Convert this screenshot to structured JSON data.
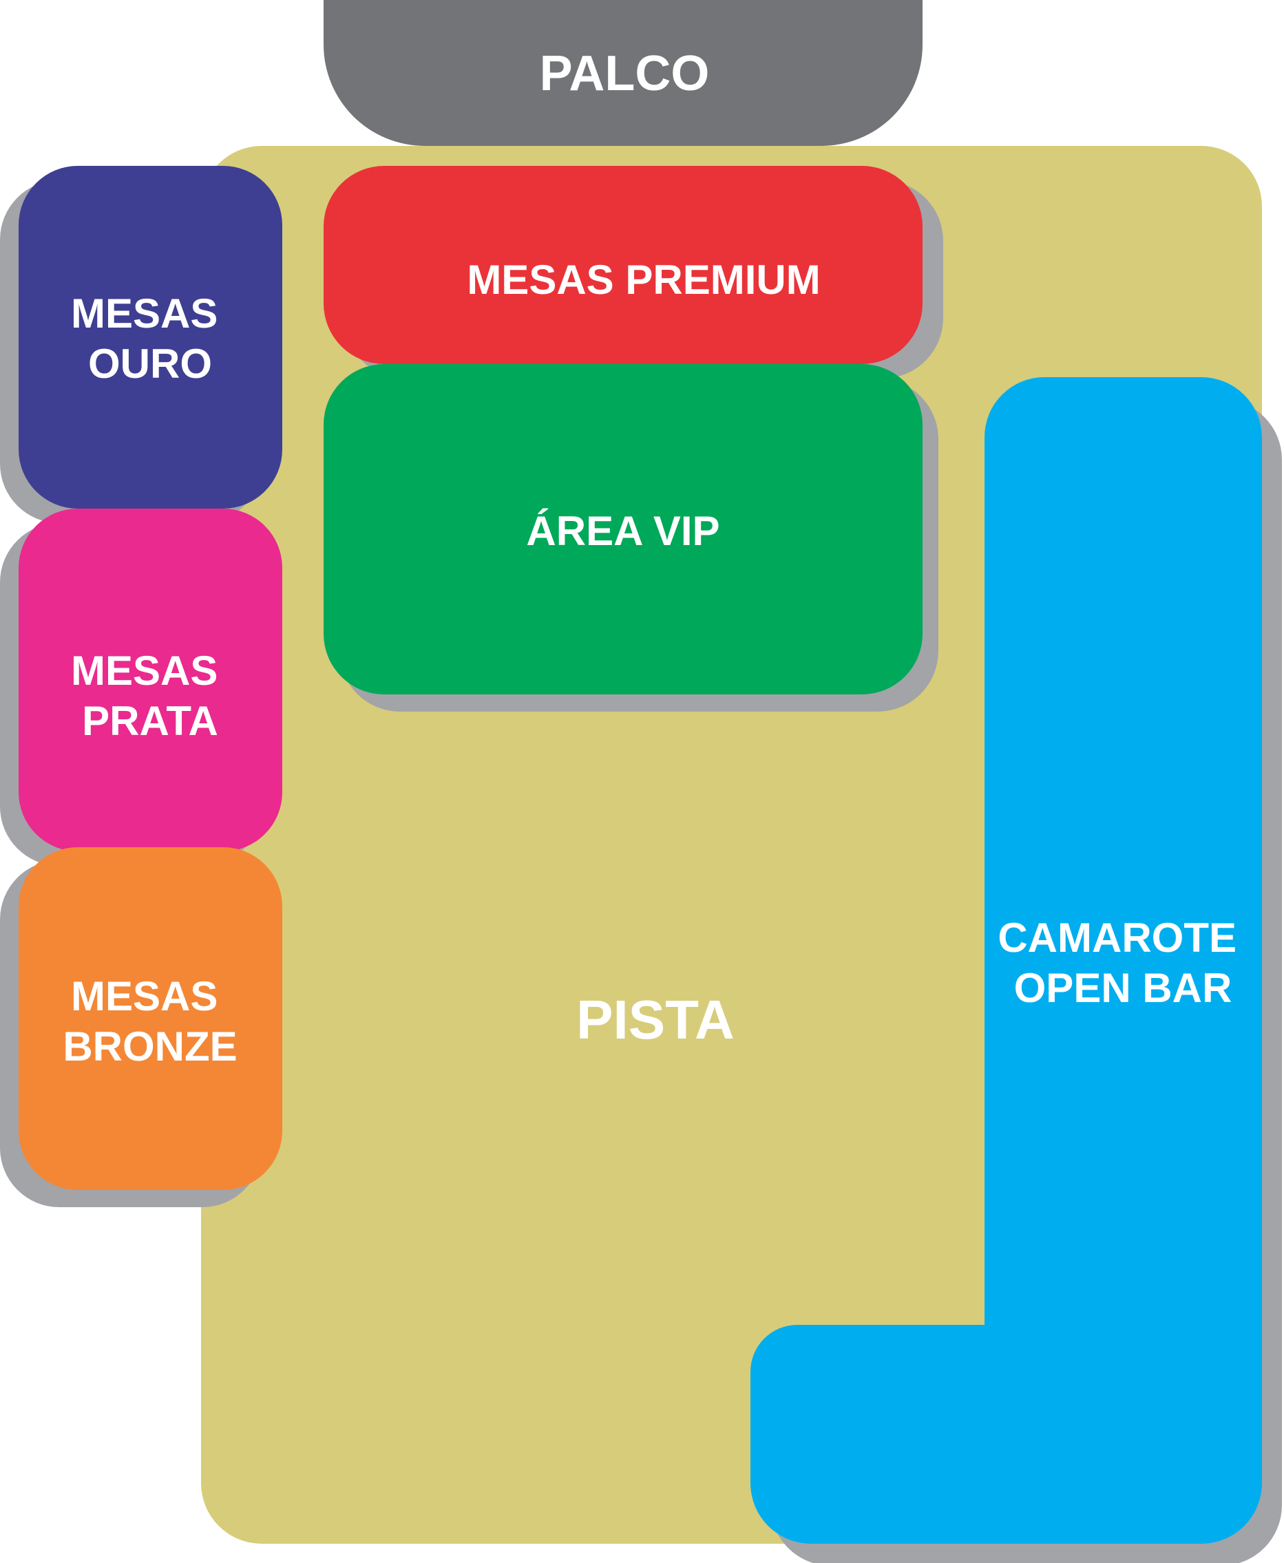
{
  "colors": {
    "background": "#ffffff",
    "shadow": "#a3a4a8",
    "stage": "#737477",
    "floor": "#d7cc7a",
    "premium": "#ea3338",
    "vip": "#00a859",
    "gold": "#3e3f92",
    "silver": "#ea2a8e",
    "bronze": "#f48735",
    "camarote": "#00aeef",
    "label": "#ffffff"
  },
  "stage": {
    "label": "PALCO"
  },
  "floor": {
    "label": "PISTA"
  },
  "premium": {
    "label": "MESAS PREMIUM"
  },
  "vip": {
    "label": "ÁREA VIP"
  },
  "gold": {
    "line1": "MESAS",
    "line2": "OURO"
  },
  "silver": {
    "line1": "MESAS",
    "line2": "PRATA"
  },
  "bronze": {
    "line1": "MESAS",
    "line2": "BRONZE"
  },
  "camarote": {
    "line1": "CAMAROTE",
    "line2": "OPEN BAR"
  }
}
